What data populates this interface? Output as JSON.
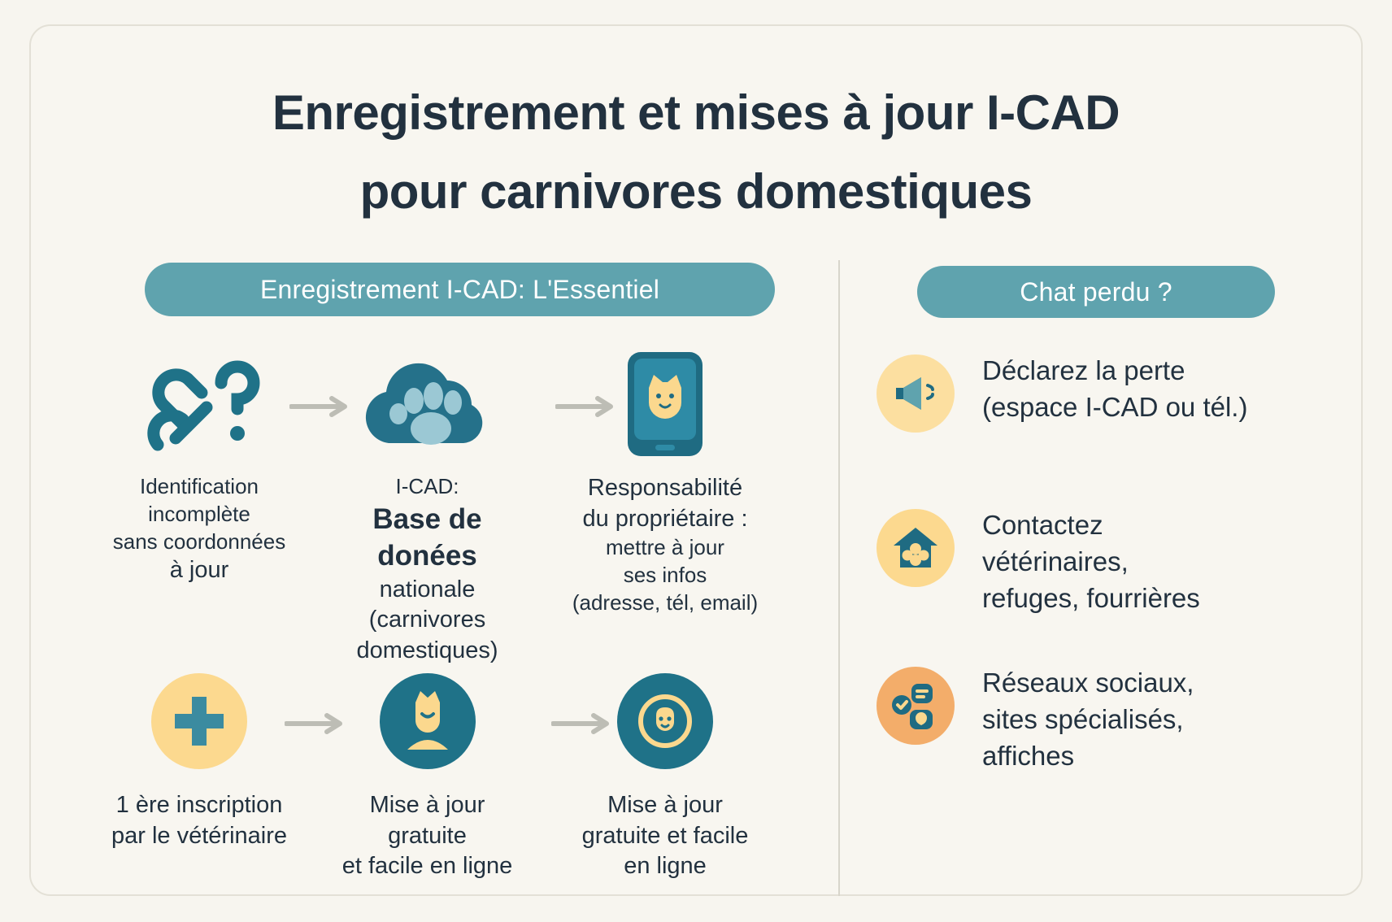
{
  "title": {
    "line1": "Enregistrement et mises à jour I-CAD",
    "line2": "pour carnivores domestiques"
  },
  "sections": {
    "left_header": "Enregistrement I-CAD: L'Essentiel",
    "right_header": "Chat perdu ?"
  },
  "flow": {
    "row1": [
      {
        "icon": "broken-chain-question-icon",
        "lines": [
          {
            "text": "Identification",
            "size": "sm"
          },
          {
            "text": "incomplète",
            "size": "sm"
          },
          {
            "text": "sans coordonnées",
            "size": "sm"
          },
          {
            "text": "à jour",
            "size": "md"
          }
        ]
      },
      {
        "icon": "cloud-paw-icon",
        "lines": [
          {
            "text": "I-CAD:",
            "size": "sm"
          },
          {
            "text": "Base de donées",
            "size": "lg"
          },
          {
            "text": "nationale",
            "size": "md"
          },
          {
            "text": "(carnivores",
            "size": "md"
          },
          {
            "text": "domestiques)",
            "size": "md"
          }
        ]
      },
      {
        "icon": "smartphone-cat-icon",
        "lines": [
          {
            "text": "Responsabilité",
            "size": "md"
          },
          {
            "text": "du propriétaire :",
            "size": "md"
          },
          {
            "text": "mettre à jour",
            "size": "sm"
          },
          {
            "text": "ses infos",
            "size": "sm"
          },
          {
            "text": "(adresse, tél, email)",
            "size": "sm"
          }
        ]
      }
    ],
    "row2": [
      {
        "icon": "medical-cross-icon",
        "lines": [
          {
            "text": "1 ère inscription",
            "size": "md"
          },
          {
            "text": "par le vétérinaire",
            "size": "md"
          }
        ]
      },
      {
        "icon": "cat-profile-circle-icon",
        "lines": [
          {
            "text": "Mise à jour",
            "size": "md"
          },
          {
            "text": "gratuite",
            "size": "md"
          },
          {
            "text": "et facile en ligne",
            "size": "md"
          }
        ]
      },
      {
        "icon": "pet-badge-circle-icon",
        "lines": [
          {
            "text": "Mise à jour",
            "size": "md"
          },
          {
            "text": "gratuite et facile",
            "size": "md"
          },
          {
            "text": "en ligne",
            "size": "md"
          }
        ]
      }
    ]
  },
  "lost_cat_steps": [
    {
      "icon": "megaphone-icon",
      "circle_color": "#fcdfa0",
      "lines": [
        "Déclarez la perte",
        "(espace I-CAD ou tél.)"
      ]
    },
    {
      "icon": "shelter-house-paw-icon",
      "circle_color": "#fcd98f",
      "lines": [
        "Contactez",
        "vétérinaires,",
        "refuges, fourrières"
      ]
    },
    {
      "icon": "social-network-icon",
      "circle_color": "#f3ad6a",
      "lines": [
        "Réseaux sociaux,",
        "sites spécialisés,",
        "affiches"
      ]
    }
  ],
  "colors": {
    "background": "#f8f6f0",
    "teal": "#1f7288",
    "teal_light": "#5fa3ae",
    "ink": "#22313f",
    "yellow": "#fcd98f",
    "orange": "#f3ad6a",
    "arrow": "#b9b9b2"
  }
}
